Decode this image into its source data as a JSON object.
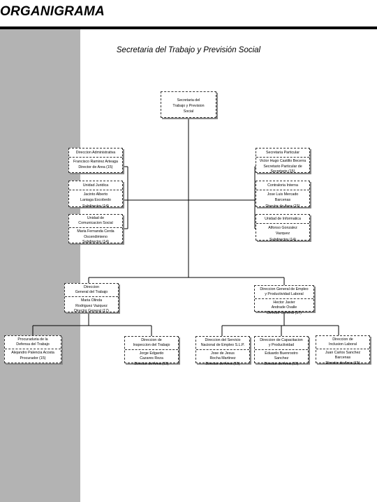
{
  "header": {
    "title": "ORGANIGRAMA",
    "subtitle": "Secretaria del Trabajo y Previsión Social"
  },
  "colors": {
    "sidebar": "#b3b3b3",
    "rule": "#000000",
    "connector": "#000000"
  },
  "org": {
    "root": {
      "lines": [
        "Secretaria del",
        "Trabajo y Prevision",
        "Social"
      ]
    },
    "admin": {
      "title": [
        "Direccion Administrativa"
      ],
      "person": [
        "Francisco Ramirez Arteaga",
        "Director de Area (15)"
      ]
    },
    "particular": {
      "title": [
        "Secretaria Particular"
      ],
      "person": [
        "Victor Hugo Castillo Becerra",
        "Secretario Particular de",
        "Secretario (15)"
      ]
    },
    "juridica": {
      "title": [
        "Unidad Juridica"
      ],
      "person": [
        "Jacinto Alberto",
        "Laniaga Escobedo",
        "Subdirector (14)"
      ]
    },
    "contraloria": {
      "title": [
        "Contraloria Interna"
      ],
      "person": [
        "Jose Luis Mercado",
        "Barcenas",
        "Director de Area (15)"
      ]
    },
    "comunicacion": {
      "title": [
        "Unidad de",
        "Comunicacion Social"
      ],
      "person": [
        "Maria Fernanda Cerda",
        "Oscendimieno",
        "Subdirector (14)"
      ]
    },
    "informatica": {
      "title": [
        "Unidad de Informatica"
      ],
      "person": [
        "Alfonso Gonzalez",
        "Vazquez",
        "Subdirector (14)"
      ]
    },
    "dg_trabajo": {
      "title": [
        "Direccion",
        "General del Trabajo"
      ],
      "person": [
        "Maria Olinda",
        "Rodriguez Vazquez",
        "Director General (17)"
      ]
    },
    "dg_empleo": {
      "title": [
        "Direccion General de Empleo",
        "y Productividad Laboral"
      ],
      "person": [
        "Hector Javier",
        "Andrade Ovalle",
        "Director General (17)"
      ]
    },
    "procuraduria": {
      "title": [
        "Procuraduria de la",
        "Defensa del Trabajo"
      ],
      "person": [
        "Alejandro Palencia Acosta",
        "Procurador (15)"
      ]
    },
    "inspeccion": {
      "title": [
        "Direccion de",
        "Inspeccion del Trabajo"
      ],
      "person": [
        "Jorge Edgardo",
        "Cazares Reza",
        "Director de Area (15)"
      ]
    },
    "servicio_empleo": {
      "title": [
        "Direccion del Servicio",
        "Nacional de Empleo S.L.P."
      ],
      "person": [
        "Jose de Jesus",
        "Rocha Martinez",
        "Director de Area (15)"
      ]
    },
    "capacitacion": {
      "title": [
        "Direccion de Capacitacion",
        "y Productividad"
      ],
      "person": [
        "Eduardo Buenrostro",
        "Sanchez",
        "Director de Area (15)"
      ]
    },
    "inclusion": {
      "title": [
        "Direccion de",
        "Inclusion Laboral"
      ],
      "person": [
        "Juan Carlos Sanchez",
        "Barcenas",
        "Director de Area (15)"
      ]
    }
  }
}
